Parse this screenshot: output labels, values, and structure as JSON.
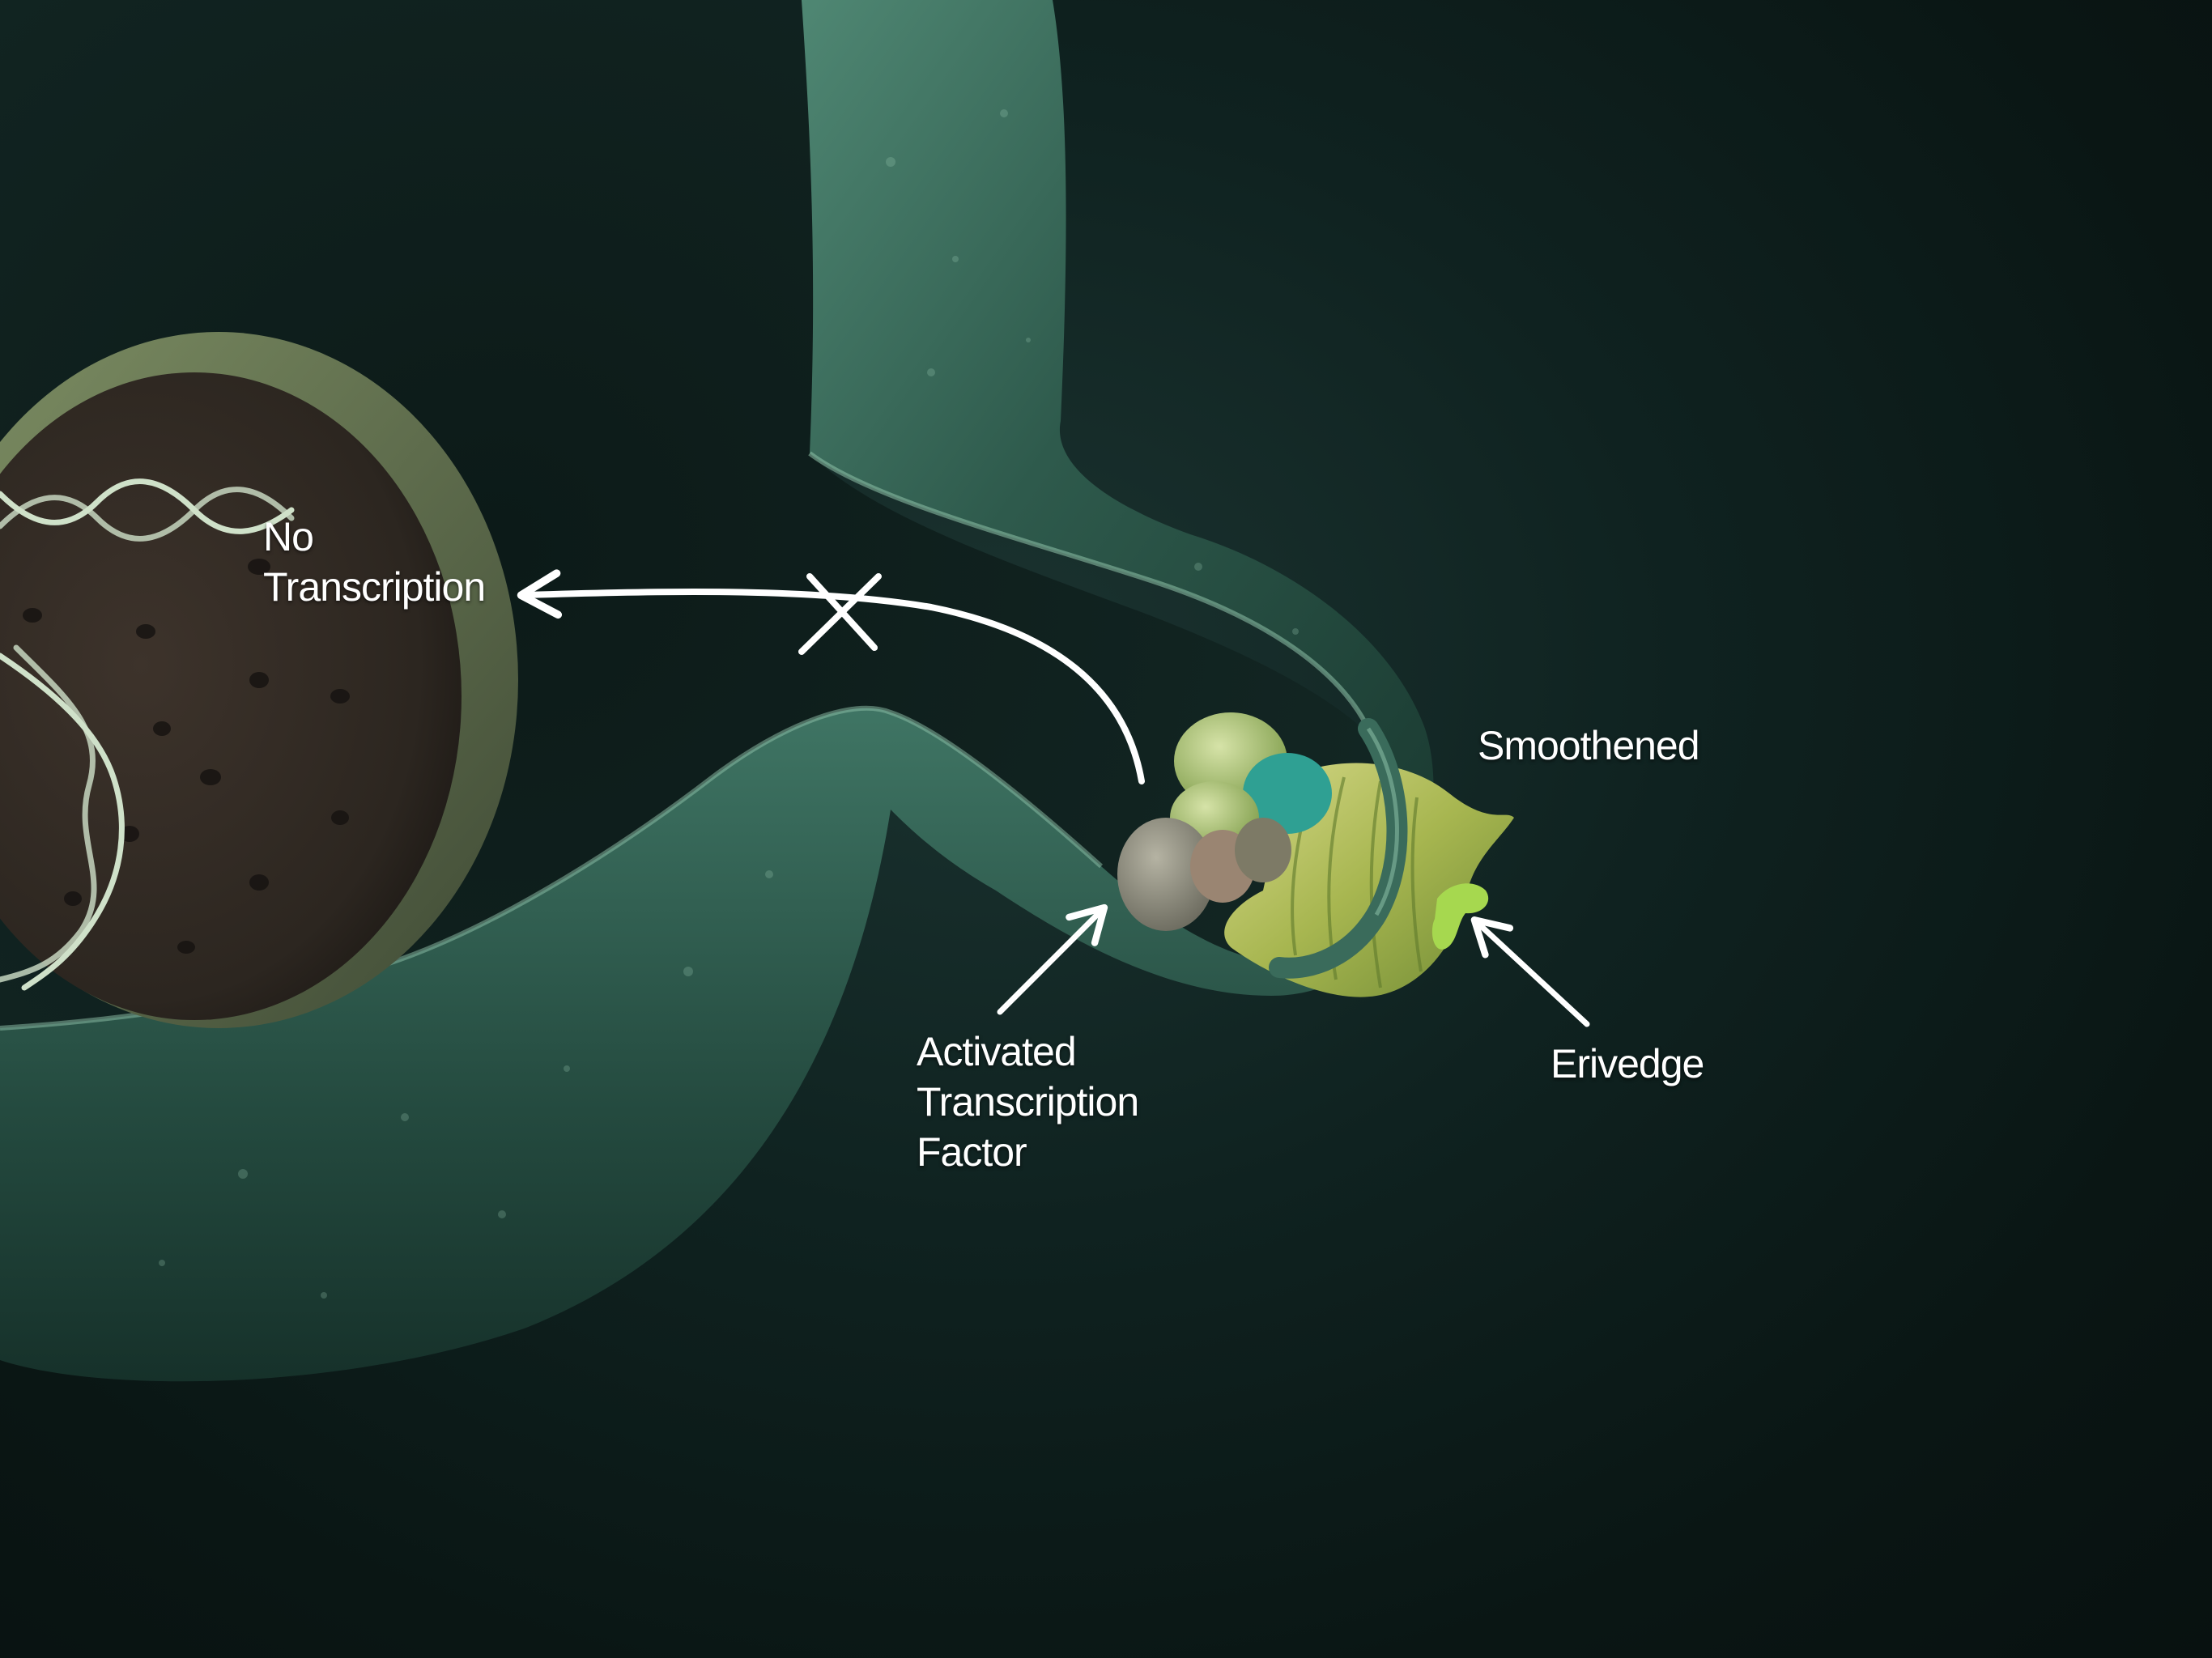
{
  "labels": {
    "no_transcription": [
      "No",
      "Transcription"
    ],
    "smoothened": "Smoothened",
    "erivedge": "Erivedge",
    "activated_transcription_factor": [
      "Activated",
      "Transcription",
      "Factor"
    ]
  },
  "colors": {
    "background": "#0b1716",
    "cell_membrane": "#2f5c4f",
    "membrane_highlight": "#6f9e8a",
    "nucleus": "#3a342c",
    "nucleus_rim": "#5a6a4c",
    "dna": "#c9dcc4",
    "smoothened": "#b5c45a",
    "erivedge": "#9bd04a",
    "transcription_factor": "#8a8a7a",
    "arrow": "#ffffff"
  },
  "icons": {
    "blocked_marker": "x-mark-icon"
  }
}
